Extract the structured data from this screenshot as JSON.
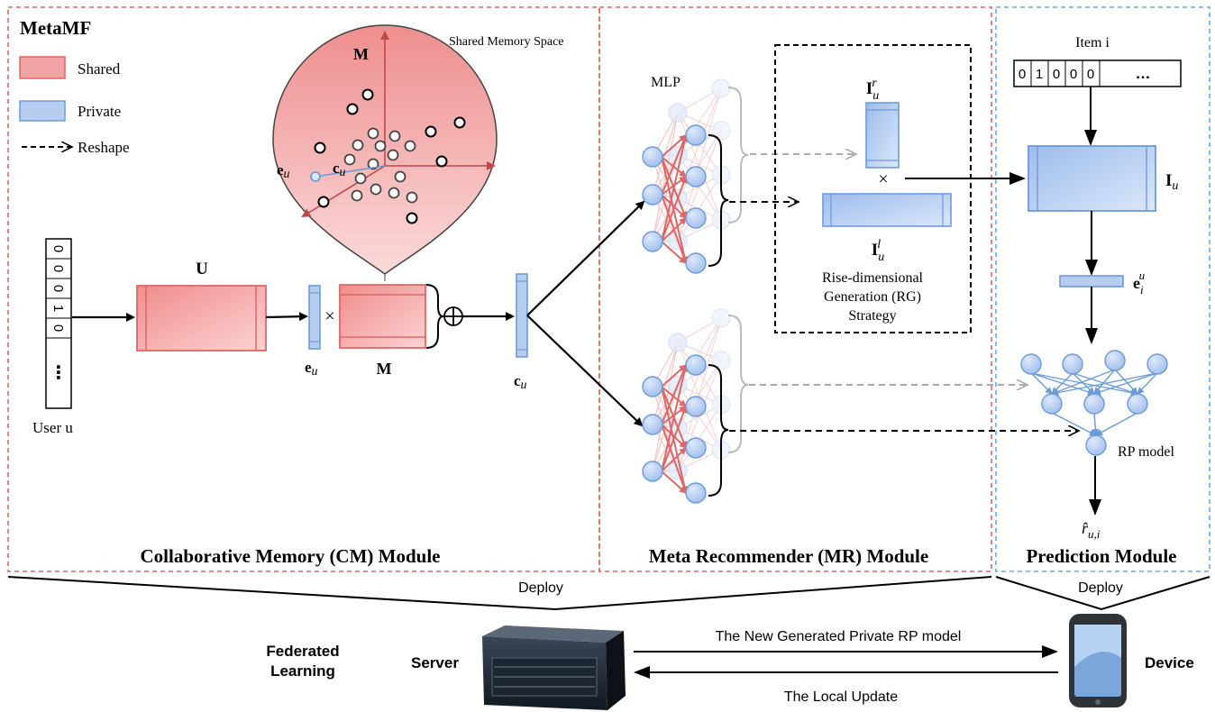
{
  "colors": {
    "shared_fill": "#f2a3a3",
    "shared_stroke": "#e06666",
    "private_fill": "#b7cdf0",
    "private_stroke": "#6c9bd8",
    "red_border": "#e06666",
    "blue_border": "#6fa8dc"
  },
  "legend": {
    "title": "MetaMF",
    "shared": "Shared",
    "private": "Private",
    "reshape": "Reshape"
  },
  "cm": {
    "memory_space_label": "Shared Memory Space",
    "m_label": "M",
    "eu_label": "e",
    "eu_sub": "u",
    "cu_label": "c",
    "cu_sub": "u",
    "user_vector": [
      "0",
      "0",
      "0",
      "1",
      "0",
      "⋮"
    ],
    "user_label": "User u",
    "u_label": "U",
    "times": "×",
    "oplus": "⊕",
    "module_title": "Collaborative Memory (CM) Module"
  },
  "mr": {
    "mlp_label": "MLP",
    "iur_base": "I",
    "iur_sub": "u",
    "iur_sup": "r",
    "iul_base": "I",
    "iul_sub": "u",
    "iul_sup": "l",
    "times": "×",
    "rg_line1": "Rise-dimensional",
    "rg_line2": "Generation (RG)",
    "rg_line3": "Strategy",
    "module_title": "Meta Recommender (MR) Module"
  },
  "pred": {
    "item_label": "Item i",
    "item_vector": [
      "0",
      "1",
      "0",
      "0",
      "0",
      "…"
    ],
    "iu_base": "I",
    "iu_sub": "u",
    "eiu_base": "e",
    "eiu_sub": "i",
    "eiu_sup": "u",
    "rp_label": "RP model",
    "r_base": "r̂",
    "r_sub": "u,i",
    "module_title": "Prediction Module"
  },
  "bottom": {
    "deploy_left": "Deploy",
    "deploy_right": "Deploy",
    "fl_line1": "Federated",
    "fl_line2": "Learning",
    "server": "Server",
    "device": "Device",
    "arrow_top": "The New Generated Private RP model",
    "arrow_bottom": "The Local Update"
  }
}
